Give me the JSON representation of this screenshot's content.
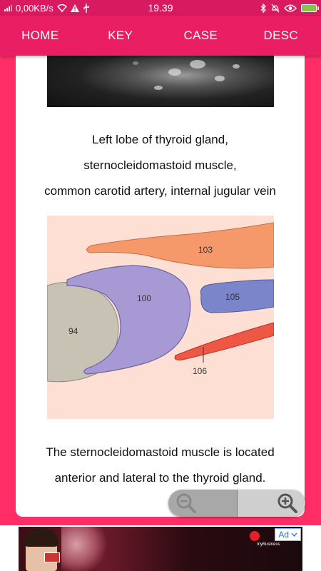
{
  "status": {
    "speed": "0,00KB/s",
    "time": "19.39",
    "icons": [
      "signal-icon",
      "wifi-icon",
      "warning-icon",
      "usb-icon",
      "bluetooth-icon",
      "silent-icon",
      "eye-icon",
      "battery-icon"
    ]
  },
  "nav": {
    "tabs": [
      {
        "label": "HOME"
      },
      {
        "label": "KEY"
      },
      {
        "label": "CASE"
      },
      {
        "label": "DESC"
      }
    ],
    "accent": "#e91e63"
  },
  "content": {
    "caption_top": {
      "line1": "Left lobe of thyroid gland,",
      "line2": "sternocleidomastoid muscle,",
      "line3": "common carotid artery, internal jugular vein"
    },
    "diagram": {
      "labels": {
        "thyroid": "94",
        "scm": "100",
        "strap": "103",
        "ijv": "105",
        "cca": "106"
      },
      "colors": {
        "background": "#fde0d3",
        "thyroid": "#c8c2b4",
        "scm": "#a79ad4",
        "strap": "#f5996b",
        "ijv": "#7b85c9",
        "cca": "#ef5745"
      }
    },
    "caption_bottom": {
      "line1": "The sternocleidomastoid muscle is located",
      "line2": "anterior and lateral to the thyroid gland."
    }
  },
  "zoom": {
    "out_icon": "zoom-out-icon",
    "in_icon": "zoom-in-icon"
  },
  "ad": {
    "badge": "Ad",
    "brand_text": "myBusiness"
  }
}
